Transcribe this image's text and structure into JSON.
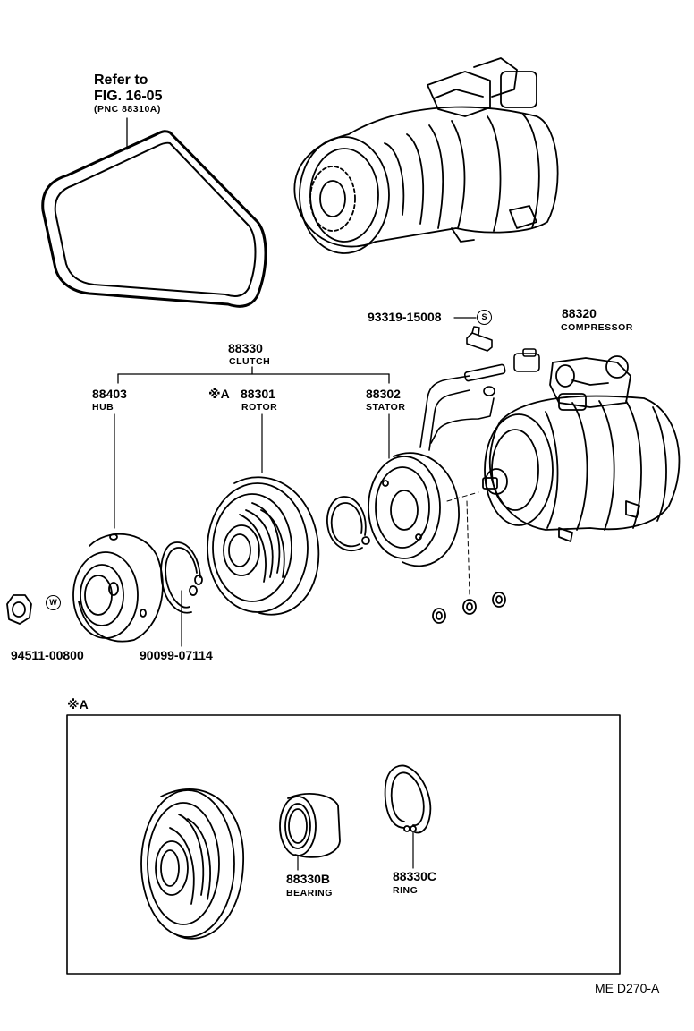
{
  "diagram": {
    "drawing_code": "ME  D270-A",
    "belt_ref": {
      "line1": "Refer to",
      "line2": "FIG. 16-05",
      "line3": "(PNC 88310A)"
    },
    "clutch": {
      "part_no": "88330",
      "name": "CLUTCH"
    },
    "hub": {
      "part_no": "88403",
      "name": "HUB"
    },
    "rotor": {
      "mark": "※A",
      "part_no": "88301",
      "name": "ROTOR"
    },
    "stator": {
      "part_no": "88302",
      "name": "STATOR"
    },
    "compressor": {
      "part_no": "88320",
      "name": "COMPRESSOR"
    },
    "bracket_part": {
      "part_no": "93319-15008",
      "symbol": "S"
    },
    "nut_part": {
      "part_no": "94511-00800",
      "symbol": "W"
    },
    "snap_ring_part": {
      "part_no": "90099-07114"
    },
    "detail": {
      "title": "※A",
      "bearing": {
        "part_no": "88330B",
        "name": "BEARING"
      },
      "ring": {
        "part_no": "88330C",
        "name": "RING"
      }
    }
  }
}
